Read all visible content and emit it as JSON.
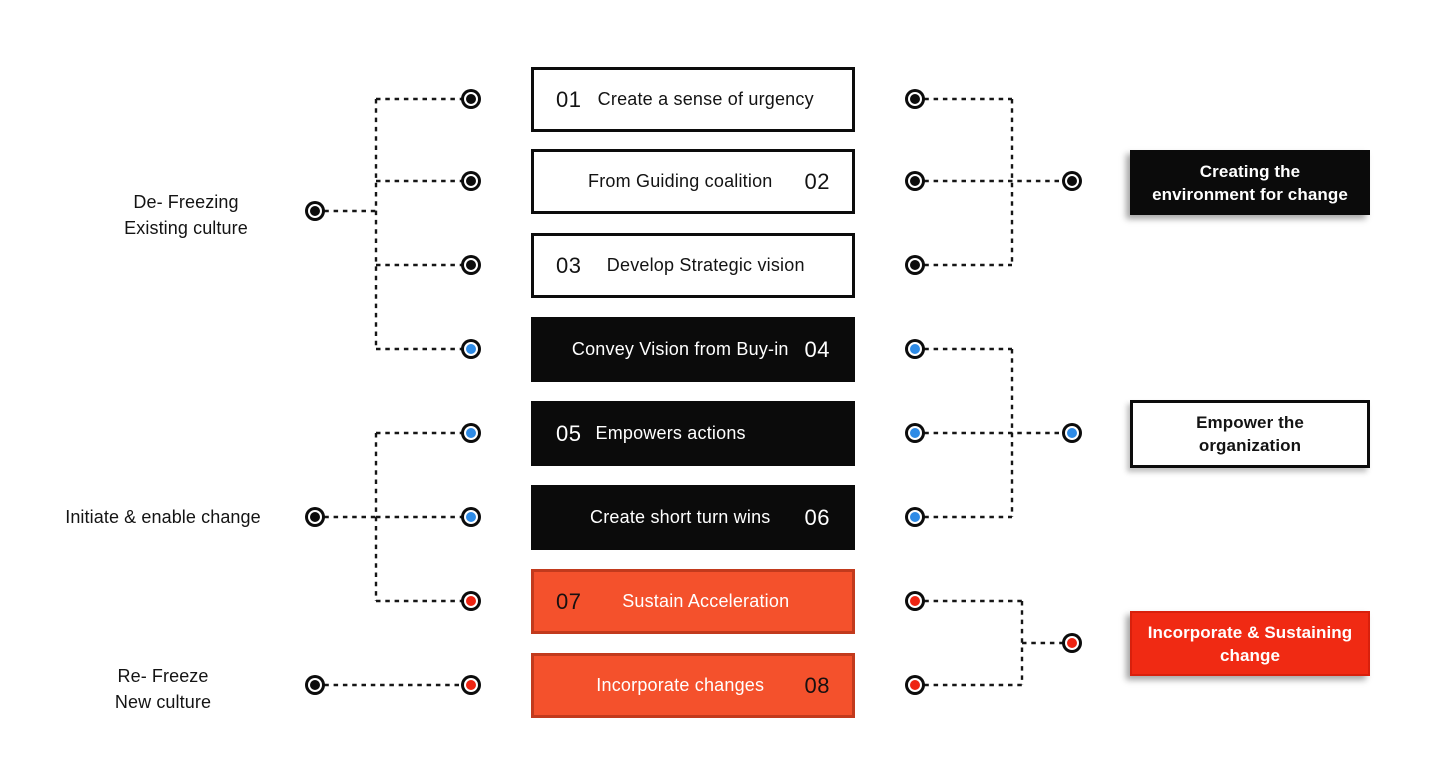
{
  "colors": {
    "background": "#ffffff",
    "line": "#161616",
    "node_black": "#0c0c0c",
    "node_blue": "#2e8be6",
    "node_red": "#ee2412",
    "step_white_bg": "#ffffff",
    "step_black_bg": "#0b0b0b",
    "step_orange_bg": "#f4512c",
    "step_orange_border": "#c23a1d",
    "outcome_red_bg": "#f02a13"
  },
  "phases": [
    {
      "label_lines": [
        "De- Freezing",
        "Existing culture"
      ]
    },
    {
      "label_lines": [
        "Initiate & enable change"
      ]
    },
    {
      "label_lines": [
        "Re- Freeze",
        "New culture"
      ]
    }
  ],
  "steps": [
    {
      "num": "01",
      "label": "Create a sense of urgency"
    },
    {
      "num": "02",
      "label": "From Guiding coalition"
    },
    {
      "num": "03",
      "label": "Develop Strategic vision"
    },
    {
      "num": "04",
      "label": "Convey Vision from Buy-in"
    },
    {
      "num": "05",
      "label": "Empowers actions"
    },
    {
      "num": "06",
      "label": "Create short turn wins"
    },
    {
      "num": "07",
      "label": "Sustain Acceleration"
    },
    {
      "num": "08",
      "label": "Incorporate changes"
    }
  ],
  "outcomes": [
    {
      "label_lines": [
        "Creating the",
        "environment for change"
      ]
    },
    {
      "label_lines": [
        "Empower the",
        "organization"
      ]
    },
    {
      "label_lines": [
        "Incorporate & Sustaining",
        "change"
      ]
    }
  ]
}
